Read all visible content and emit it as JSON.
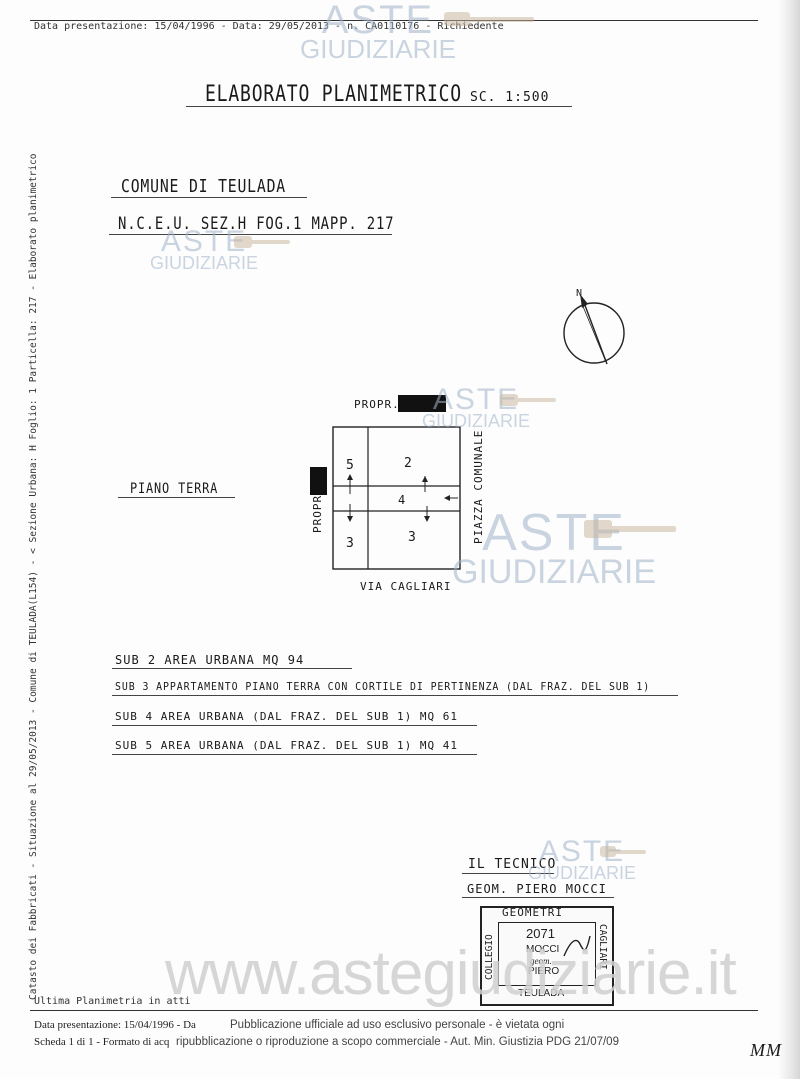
{
  "header": {
    "line": "Data presentazione: 15/04/1996 - Data: 29/05/2013 - n. CA0110176 - Richiedente"
  },
  "side_text": "Catasto dei Fabbricati - Situazione al 29/05/2013 - Comune di TEULADA(L154) - < Sezione Urbana: H Foglio: 1 Particella: 217 - Elaborato planimetrico",
  "title": {
    "main": "ELABORATO PLANIMETRICO",
    "scale": "SC. 1:500"
  },
  "location": {
    "comune": "COMUNE DI TEULADA",
    "ref": "N.C.E.U. SEZ.H FOG.1 MAPP. 217"
  },
  "plan": {
    "label": "PIANO TERRA",
    "north": "N",
    "propr_top": "PROPR.",
    "propr_left": "PROPR.",
    "street_bottom": "VIA CAGLIARI",
    "street_right": "PIAZZA COMUNALE",
    "rooms": [
      "5",
      "2",
      "4",
      "3",
      "3"
    ]
  },
  "subs": [
    "SUB 2  AREA URBANA  MQ 94",
    "SUB 3  APPARTAMENTO PIANO TERRA CON CORTILE DI PERTINENZA (DAL FRAZ. DEL SUB 1)",
    "SUB 4  AREA URBANA (DAL FRAZ. DEL SUB 1)  MQ 61",
    "SUB 5  AREA URBANA (DAL FRAZ. DEL SUB 1)  MQ 41"
  ],
  "signature": {
    "role": "IL TECNICO",
    "name": "GEOM. PIERO MOCCI"
  },
  "stamp": {
    "top": "GEOMETRI",
    "left": "COLLEGIO",
    "right": "CAGLIARI",
    "number": "2071",
    "surname": "MOCCI",
    "abbr": "geom.",
    "first": "PIERO",
    "bottom": "TEULADA"
  },
  "footer": {
    "ultima": "Ultima Planimetria in atti",
    "line1_left": "Data presentazione: 15/04/1996 - Da",
    "line1_right": "Pubblicazione ufficiale ad uso esclusivo personale - è vietata ogni",
    "line2_left": "Scheda 1 di 1 - Formato di acq",
    "line2_right": "ripubblicazione o riproduzione a scopo commerciale - Aut. Min. Giustizia PDG 21/07/09",
    "initials": "MM"
  },
  "watermarks": {
    "aste": "ASTE",
    "giudiziarie": "GIUDIZIARIE",
    "site": "www.astegiudiziarie.it"
  }
}
